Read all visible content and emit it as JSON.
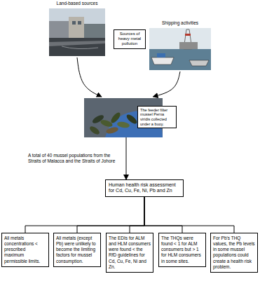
{
  "diagram": {
    "nodes": [
      {
        "text": [
          "Land-based sources"
        ]
      },
      {
        "text": [
          "Sources of heavy metal pollution"
        ]
      },
      {
        "text": [
          "Shipping activities"
        ]
      },
      {
        "text": [
          "The feeder filter mussel Perna viridis collected under a buoy."
        ]
      },
      {
        "text": [
          "Human health risk assessment for Cd, Cu, Fe, Ni, Pb and Zn"
        ]
      },
      {
        "text": [
          "All metals concentrations < prescribed maximum permissible limits."
        ]
      },
      {
        "text": [
          "All metals (except Pb) were unlikely to become the limiting factors for mussel consumption."
        ]
      },
      {
        "text": [
          "The EDIs for ALM and HLM consumers were found < the RfD guidelines for Cd, Cu, Fe, Ni and Zn."
        ]
      },
      {
        "text": [
          "The THQs were found < 1 for ALM consumers but > 1 for HLM consumers in some sites."
        ]
      },
      {
        "text": [
          "For Pb's THQ values, the Pb levels in some mussel populations could create a health risk problem."
        ]
      }
    ],
    "edges": [
      {
        "from": 0,
        "to": 3,
        "arrow": "to"
      },
      {
        "from": 2,
        "to": 3,
        "arrow": "to"
      },
      {
        "from": 3,
        "to": 4,
        "label": "A total of 40 mussel populations from the Straits of Malacca and the Straits of Johore",
        "arrow": "to"
      },
      {
        "from": 4,
        "to": 5,
        "arrow": "none"
      },
      {
        "from": 4,
        "to": 6,
        "arrow": "none"
      },
      {
        "from": 4,
        "to": 7,
        "arrow": "none"
      },
      {
        "from": 4,
        "to": 8,
        "arrow": "none"
      },
      {
        "from": 4,
        "to": 9,
        "arrow": "none"
      }
    ]
  }
}
